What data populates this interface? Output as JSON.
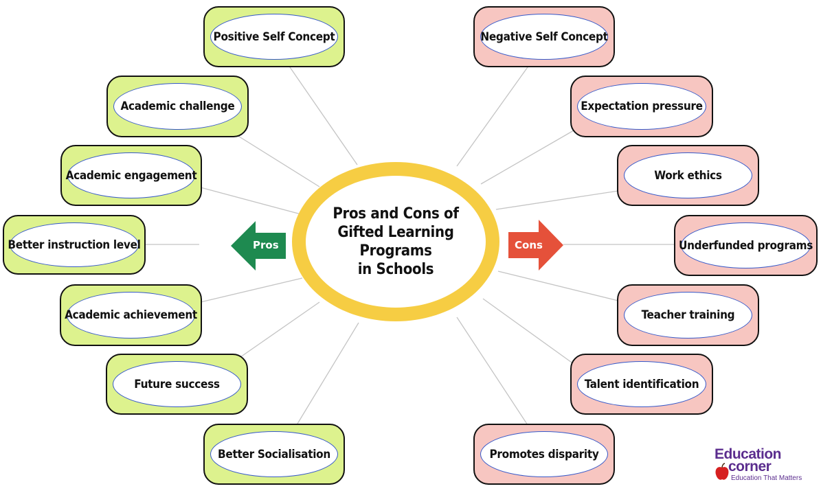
{
  "title": "Pros and Cons of\nGifted Learning Programs\nin Schools",
  "pros_label": "Pros",
  "cons_label": "Cons",
  "pros": [
    "Positive Self Concept",
    "Academic challenge",
    "Academic engagement",
    "Better instruction level",
    "Academic achievement",
    "Future success",
    "Better Socialisation"
  ],
  "cons": [
    "Negative Self Concept",
    "Expectation pressure",
    "Work ethics",
    "Underfunded programs",
    "Teacher training",
    "Talent identification",
    "Promotes disparity"
  ],
  "logo": {
    "line1": "Education",
    "line2": "corner",
    "tagline": "Education That Matters"
  },
  "colors": {
    "pro_fill": "#ddf28e",
    "con_fill": "#f7c6c1",
    "center_ring": "#f6cd43",
    "pros_arrow": "#1e8a50",
    "cons_arrow": "#e5513a",
    "logo": "#5b2d8e"
  }
}
